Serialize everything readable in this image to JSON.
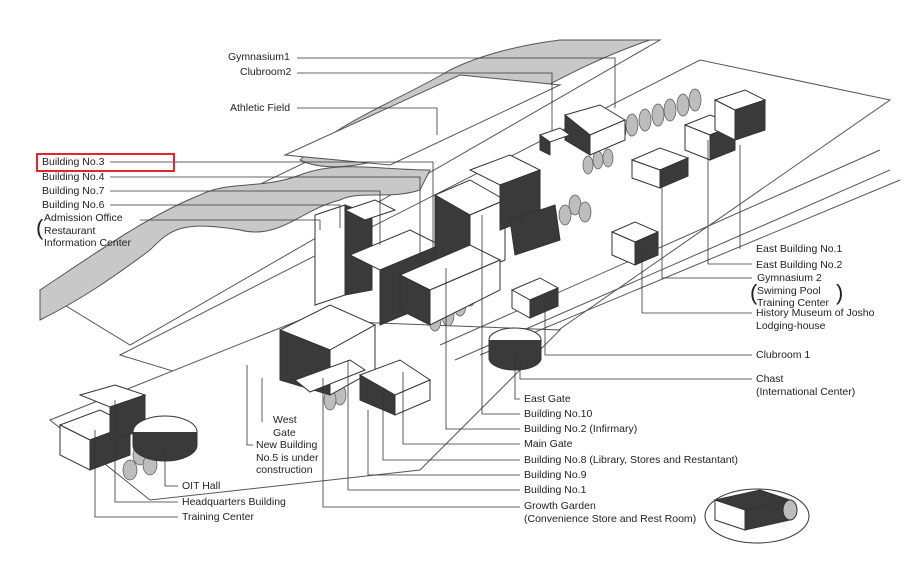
{
  "highlight": {
    "label": "Building No.3",
    "color": "#e0262e"
  },
  "labels": {
    "gymnasium1": "Gymnasium1",
    "clubroom2": "Clubroom2",
    "athletic_field": "Athletic Field",
    "building3": "Building No.3",
    "building4": "Building No.4",
    "building7": "Building No.7",
    "building6": "Building No.6",
    "admission_1": "Admission Office",
    "admission_2": "Restaurant",
    "admission_3": "Information Center",
    "west_gate_1": "West",
    "west_gate_2": "Gate",
    "new5_1": "New Building",
    "new5_2": "No.5 is under",
    "new5_3": "construction",
    "oit_hall": "OIT Hall",
    "headquarters": "Headquarters Building",
    "training_center": "Training Center",
    "east_building1": "East Building No.1",
    "east_building2": "East Building No.2",
    "gym2_1": "Gymnasium 2",
    "gym2_2": "Swiming Pool",
    "gym2_3": "Training Center",
    "history_1": "History Museum of Josho",
    "history_2": "Lodging-house",
    "clubroom1": "Clubroom 1",
    "chast_1": "Chast",
    "chast_2": "International Center",
    "east_gate": "East Gate",
    "building10": "Building No.10",
    "building2": "Building No.2 (Infirmary)",
    "main_gate": "Main Gate",
    "building8": "Building No.8 (Library, Stores and Restantant)",
    "building9": "Building No.9",
    "building1": "Building No.1",
    "growth_1": "Growth Garden",
    "growth_2": "Convenience Store and Rest Room"
  },
  "colors": {
    "line": "#333333",
    "building_fill": "#ffffff",
    "building_dark": "#3a3a3a",
    "river": "#c8c8c8",
    "tree": "#bdbdbd"
  }
}
